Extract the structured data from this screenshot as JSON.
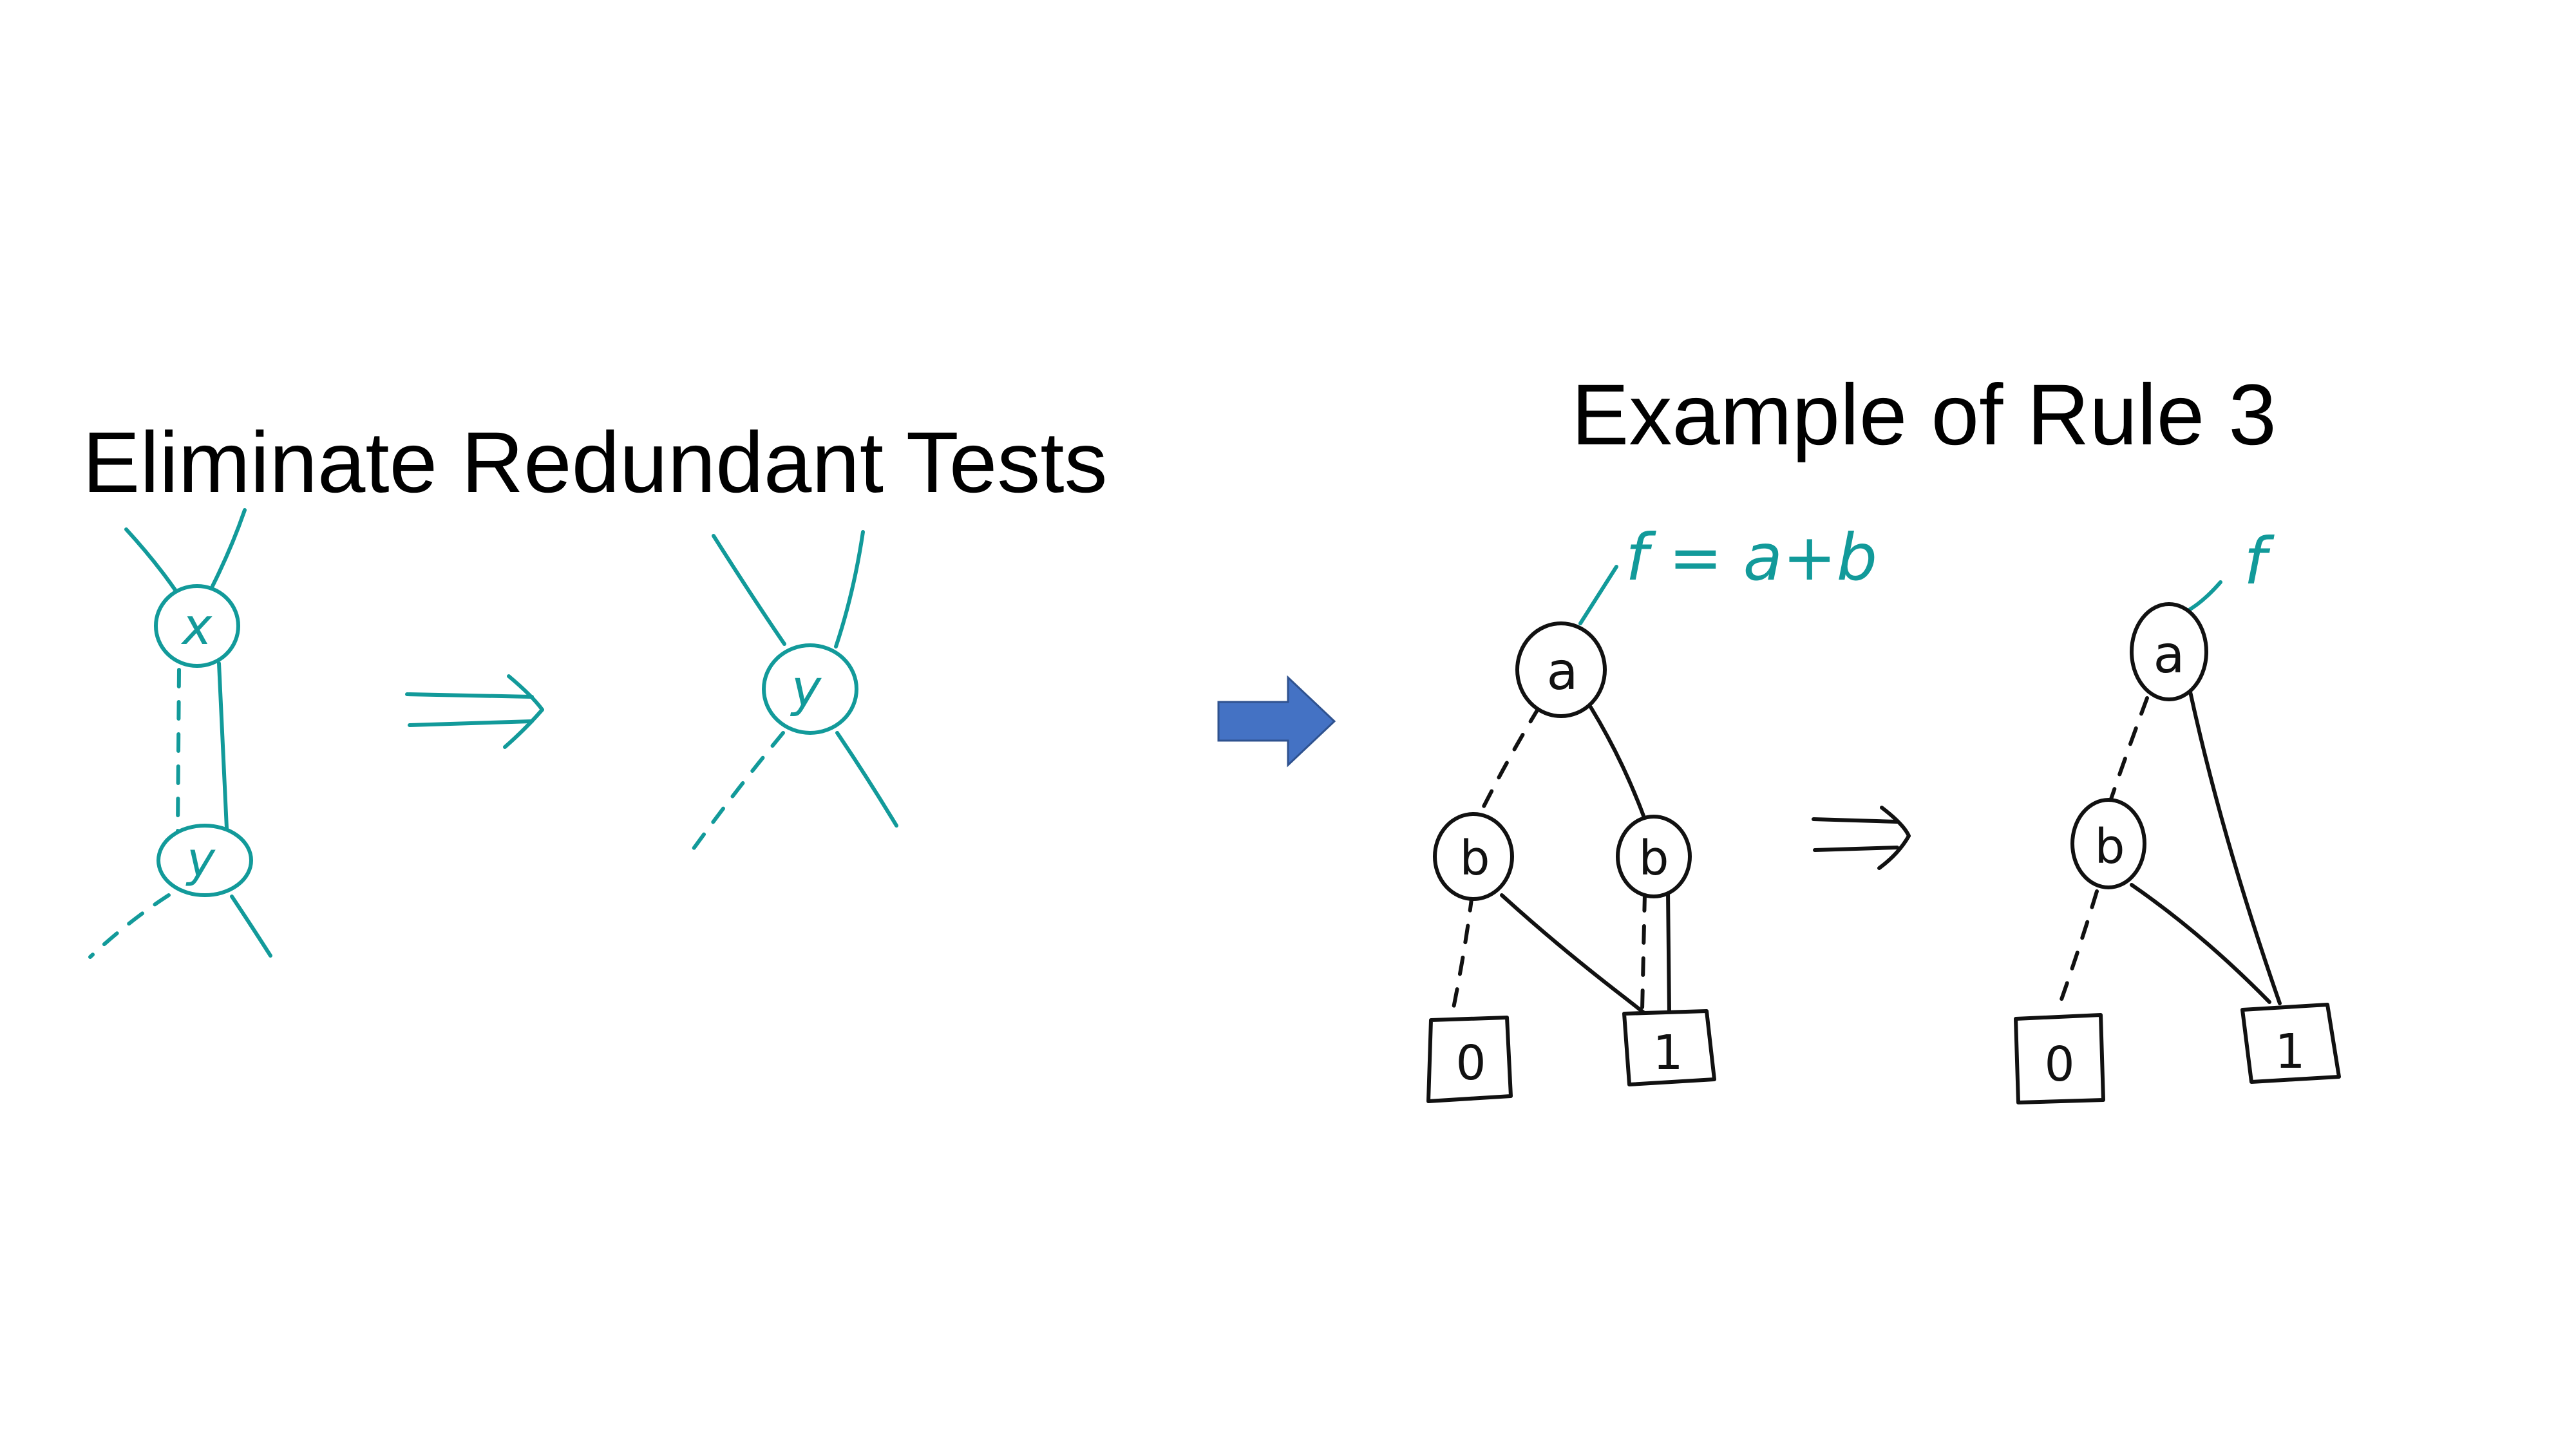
{
  "slide": {
    "title_left": "Eliminate Redundant Tests",
    "title_right": "Example of Rule 3",
    "accent_color": "#129a9a",
    "ink_color": "#111111",
    "arrow_color": "#4472c4"
  },
  "left_diagram": {
    "before": {
      "top_node": "x",
      "bottom_node": "y"
    },
    "implies_arrow": "⇒",
    "after": {
      "node": "y"
    }
  },
  "center_arrow": {
    "icon": "right-block-arrow-icon"
  },
  "right_diagram": {
    "before": {
      "function_label": "f = a+b",
      "root": "a",
      "left_node": "b",
      "right_node": "b",
      "terminal_zero": "0",
      "terminal_one": "1"
    },
    "implies_arrow": "⇒",
    "after": {
      "function_label": "f",
      "root": "a",
      "node": "b",
      "terminal_zero": "0",
      "terminal_one": "1"
    }
  }
}
